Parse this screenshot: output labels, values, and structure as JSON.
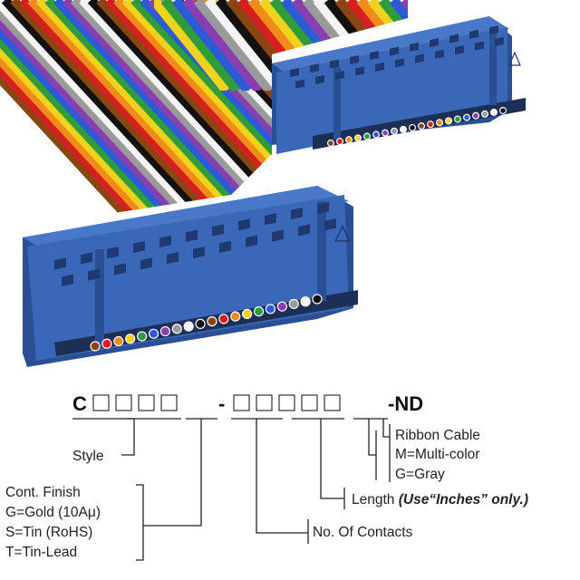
{
  "part_number": {
    "prefix": "C",
    "separator": "-",
    "suffix": "-ND"
  },
  "labels": {
    "ribbon_cable": "Ribbon Cable",
    "multi_color": "M=Multi-color",
    "gray": "G=Gray",
    "length": "Length",
    "length_note": "(Use“Inches” only.)",
    "no_of_contacts": "No. Of Contacts",
    "style": "Style",
    "cont_finish": "Cont. Finish",
    "gold": "G=Gold (10Aμ)",
    "tin": "S=Tin (RoHS)",
    "tin_lead": "T=Tin-Lead"
  },
  "colors": {
    "connector": "#3a67b8",
    "connector_dark": "#2b4f94",
    "wires": [
      "#8b4513",
      "#d62020",
      "#f08c1c",
      "#f2d21b",
      "#2e9d3a",
      "#2b5bd7",
      "#8a3fb0",
      "#9a9a9a",
      "#f4f4f4",
      "#111111"
    ]
  }
}
